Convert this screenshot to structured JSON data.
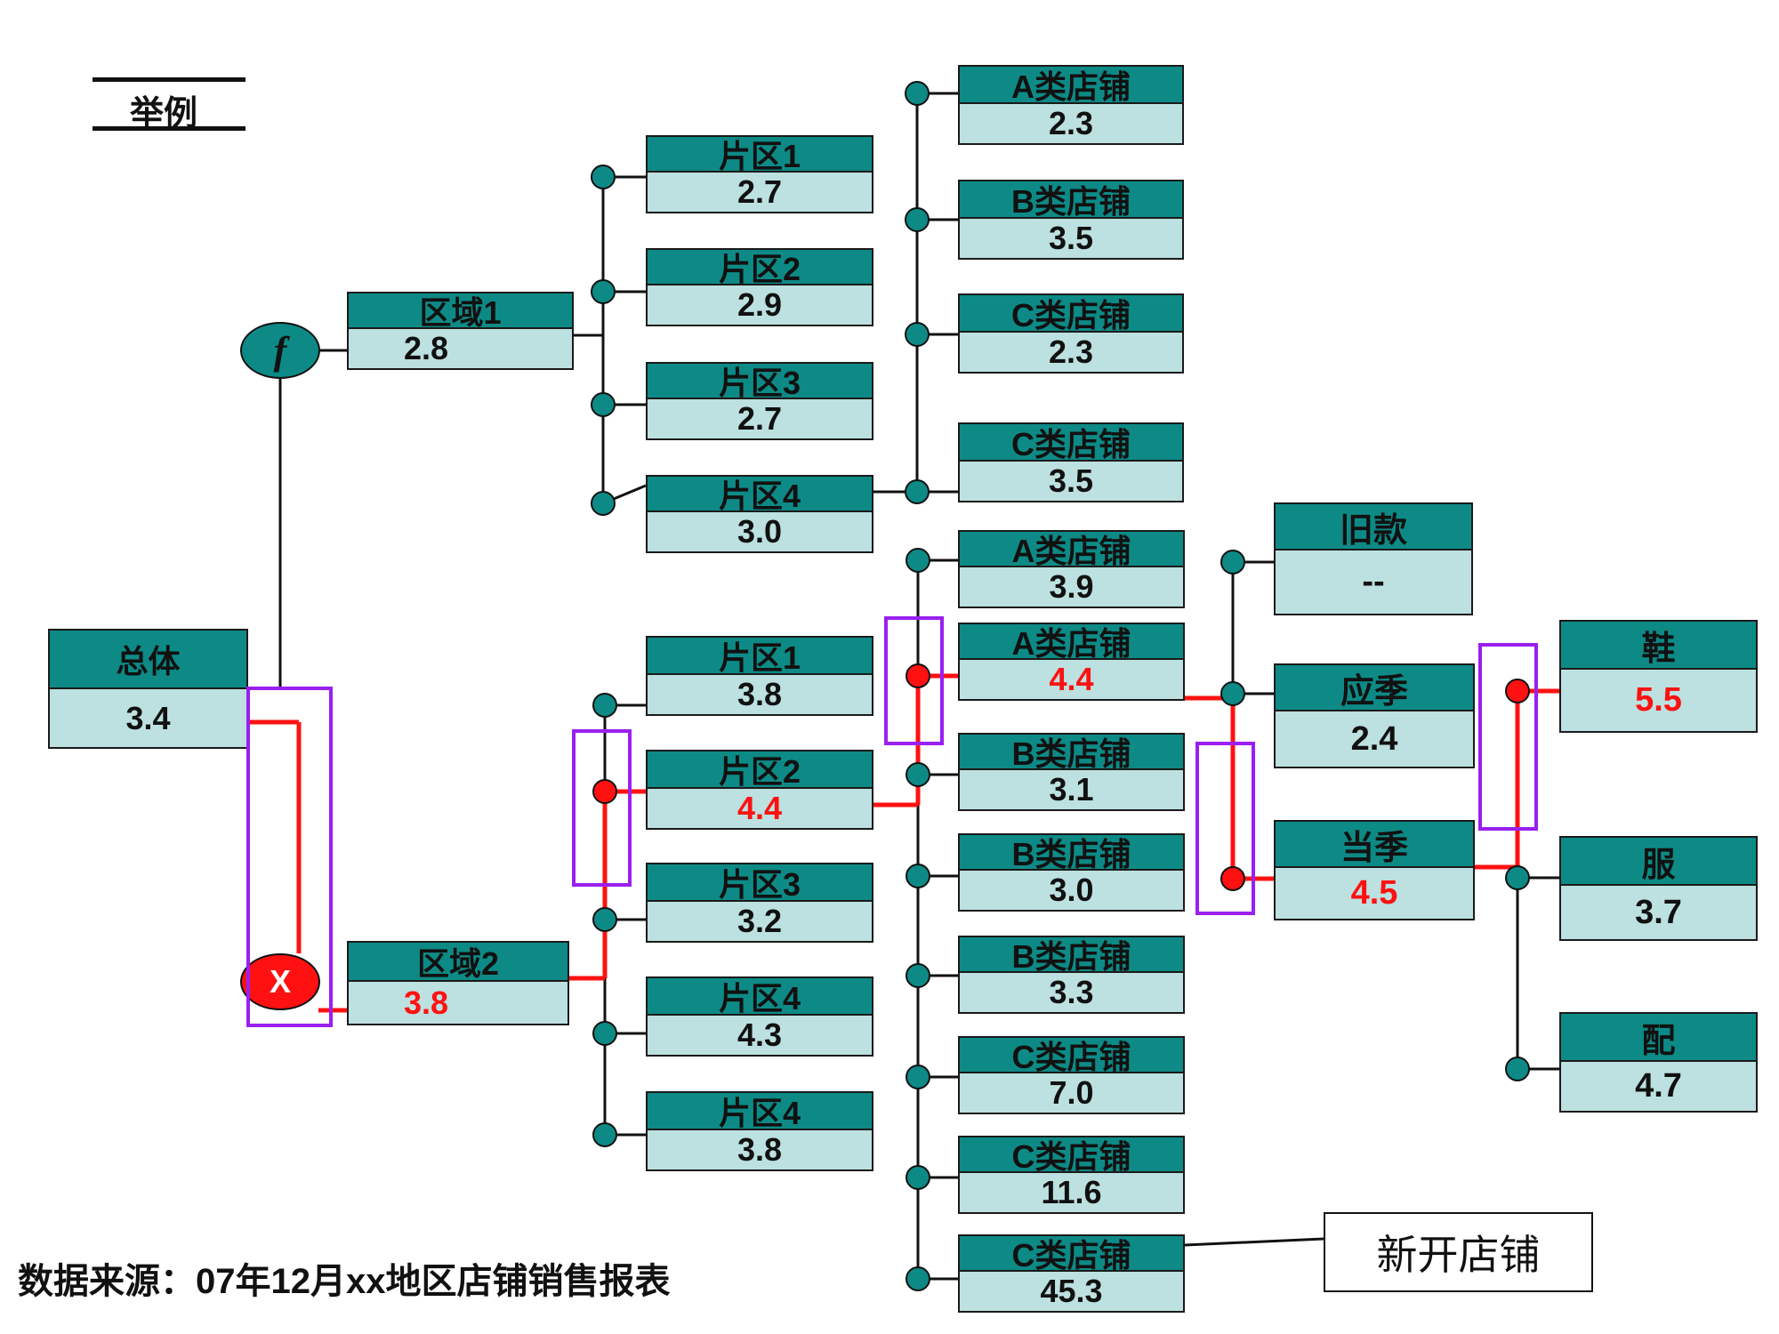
{
  "legend": {
    "label": "举例"
  },
  "operators": {
    "function_symbol": "f",
    "multiply_symbol": "X"
  },
  "source_note": "数据来源：07年12月xx地区店铺销售报表",
  "callout": {
    "label": "新开店铺"
  },
  "colors": {
    "header_teal": "#0d8a86",
    "value_fill": "#bde0e0",
    "highlight_red": "#ff1111",
    "focus_frame": "#9a1ff0"
  },
  "tree": {
    "root": {
      "title": "总体",
      "value": "3.4"
    },
    "region1": {
      "title": "区域1",
      "value": "2.8",
      "zones": [
        {
          "title": "片区1",
          "value": "2.7"
        },
        {
          "title": "片区2",
          "value": "2.9"
        },
        {
          "title": "片区3",
          "value": "2.7"
        },
        {
          "title": "片区4",
          "value": "3.0"
        }
      ],
      "stores": [
        {
          "title": "A类店铺",
          "value": "2.3"
        },
        {
          "title": "B类店铺",
          "value": "3.5"
        },
        {
          "title": "C类店铺",
          "value": "2.3"
        },
        {
          "title": "C类店铺",
          "value": "3.5"
        }
      ]
    },
    "region2": {
      "title": "区域2",
      "value": "3.8",
      "zones": [
        {
          "title": "片区1",
          "value": "3.8"
        },
        {
          "title": "片区2",
          "value": "4.4"
        },
        {
          "title": "片区3",
          "value": "3.2"
        },
        {
          "title": "片区4",
          "value": "4.3"
        },
        {
          "title": "片区4",
          "value": "3.8"
        }
      ],
      "stores": [
        {
          "title": "A类店铺",
          "value": "3.9"
        },
        {
          "title": "A类店铺",
          "value": "4.4"
        },
        {
          "title": "B类店铺",
          "value": "3.1"
        },
        {
          "title": "B类店铺",
          "value": "3.0"
        },
        {
          "title": "B类店铺",
          "value": "3.3"
        },
        {
          "title": "C类店铺",
          "value": "7.0"
        },
        {
          "title": "C类店铺",
          "value": "11.6"
        },
        {
          "title": "C类店铺",
          "value": "45.3"
        }
      ],
      "seasons": [
        {
          "title": "旧款",
          "value": "--"
        },
        {
          "title": "应季",
          "value": "2.4"
        },
        {
          "title": "当季",
          "value": "4.5"
        }
      ],
      "categories": [
        {
          "title": "鞋",
          "value": "5.5"
        },
        {
          "title": "服",
          "value": "3.7"
        },
        {
          "title": "配",
          "value": "4.7"
        }
      ]
    }
  }
}
